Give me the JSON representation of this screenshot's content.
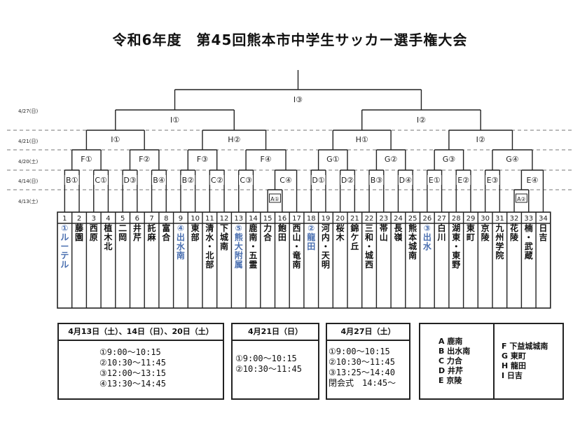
{
  "title": "令和6年度　第45回熊本市中学生サッカー選手権大会",
  "dates": {
    "d0427": "4/27(日)",
    "d0421": "4/21(日)",
    "d0420": "4/20(土)",
    "d0414": "4/14(日)",
    "d0413": "4/13(土)"
  },
  "rounds": {
    "final": "I③",
    "semi": [
      "I①",
      "I②"
    ],
    "qf": [
      "I①",
      "H②",
      "H①",
      "I②"
    ],
    "r16": [
      "F①",
      "F②",
      "F③",
      "F④",
      "G①",
      "G②",
      "G③",
      "G④"
    ],
    "r32": [
      "B①",
      "C①",
      "D③",
      "B④",
      "B②",
      "C②",
      "C③",
      "C④",
      "D①",
      "D②",
      "B③",
      "D④",
      "E①",
      "E②",
      "E③",
      "E④"
    ],
    "prelim": [
      "A①",
      "A②"
    ]
  },
  "numbers": [
    "1",
    "2",
    "3",
    "4",
    "5",
    "6",
    "7",
    "8",
    "9",
    "10",
    "11",
    "12",
    "13",
    "14",
    "15",
    "16",
    "17",
    "18",
    "19",
    "20",
    "21",
    "22",
    "23",
    "24",
    "25",
    "26",
    "27",
    "28",
    "29",
    "30",
    "31",
    "32",
    "33",
    "34"
  ],
  "teams": [
    "①ルーテル",
    "藤園",
    "西原",
    "植木北",
    "二岡",
    "井芹",
    "託麻",
    "富合",
    "④出水南",
    "東部",
    "清水・北部",
    "下城南",
    "⑤熊大附属",
    "鹿南・五霊",
    "力合",
    "飽田",
    "西山・竜南",
    "②龍田",
    "河内・天明",
    "桜木",
    "錦ケ丘",
    "三和・城西",
    "帯山",
    "長嶺",
    "熊本城南",
    "③出水",
    "白川",
    "湖東・東野",
    "東町",
    "京陵",
    "九州学院",
    "花陵",
    "楠・武蔵",
    "日吉"
  ],
  "schedule": {
    "box1": {
      "header": "4月13日（土）、14日（日）、20日（土）",
      "lines": [
        "①9:00～10:15",
        "②10:30～11:45",
        "③12:00～13:15",
        "④13:30～14:45"
      ]
    },
    "box2": {
      "header": "4月21日（日）",
      "lines": [
        "①9:00～10:15",
        "②10:30～11:45"
      ]
    },
    "box3": {
      "header": "4月27日（土）",
      "lines": [
        "①9:00～10:15",
        "②10:30～11:45",
        "③13:25～14:40",
        "閉会式　14:45～"
      ]
    }
  },
  "venues": {
    "left": [
      "A 鹿南",
      "B 出水南",
      "C 力合",
      "D 井芹",
      "E 京陵"
    ],
    "right": [
      "F 下益城城南",
      "G 東町",
      "H 龍田",
      "I 日吉"
    ]
  }
}
